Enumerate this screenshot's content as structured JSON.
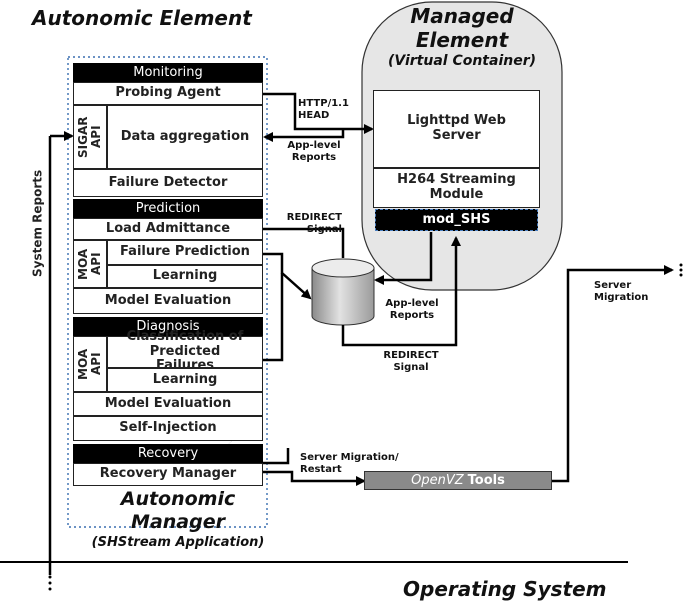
{
  "autonomic_element_title": "Autonomic Element",
  "managed_element": {
    "line1": "Managed",
    "line2": "Element",
    "line3": "(Virtual Container)"
  },
  "monitoring": {
    "header": "Monitoring",
    "probing_agent": "Probing Agent",
    "sigar_api": "SIGAR API",
    "data_aggregation": "Data aggregation",
    "failure_detector": "Failure Detector"
  },
  "prediction": {
    "header": "Prediction",
    "load_admittance": "Load Admittance",
    "moa_api": "MOA API",
    "failure_prediction": "Failure Prediction",
    "learning": "Learning",
    "model_evaluation": "Model Evaluation"
  },
  "diagnosis": {
    "header": "Diagnosis",
    "moa_api": "MOA API",
    "classification": "Classification of Predicted Failures",
    "learning": "Learning",
    "model_evaluation": "Model Evaluation",
    "self_injection": "Self-Injection"
  },
  "recovery": {
    "header": "Recovery",
    "recovery_manager": "Recovery Manager"
  },
  "autonomic_manager": {
    "line1": "Autonomic",
    "line2": "Manager",
    "line3": "(SHStream Application)"
  },
  "lighttpd": "Lighttpd Web Server",
  "h264": "H264 Streaming Module",
  "mod_shs": "mod_SHS",
  "openvz": {
    "italic": "OpenVZ",
    "bold": "Tools"
  },
  "operating_system": "Operating System",
  "labels": {
    "system_reports": "System Reports",
    "http_head": "HTTP/1.1 HEAD",
    "app_reports_top": "App-level Reports",
    "redirect_top": "REDIRECT Signal",
    "app_reports_bottom": "App-level Reports",
    "redirect_bottom": "REDIRECT Signal",
    "server_migration_restart": "Server Migration/ Restart",
    "server_migration": "Server Migration"
  }
}
